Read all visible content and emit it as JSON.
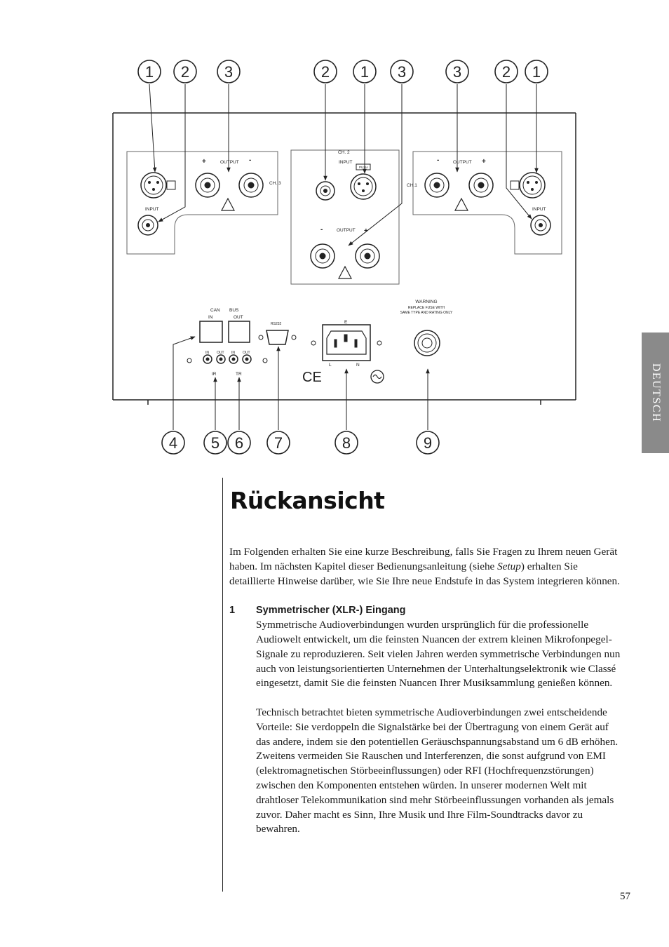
{
  "callouts": {
    "top": [
      "1",
      "2",
      "3",
      "2",
      "1",
      "3",
      "3",
      "2",
      "1"
    ],
    "bottom": [
      "4",
      "5",
      "6",
      "7",
      "8",
      "9"
    ]
  },
  "panel": {
    "output": "OUTPUT",
    "input": "INPUT",
    "ch2": "CH. 2",
    "ch3": "CH. 3",
    "ch1": "CH.1",
    "push": "PUSH",
    "plus": "+",
    "minus": "-",
    "can": "CAN",
    "bus": "BUS",
    "in": "IN",
    "out": "OUT",
    "ir": "IR",
    "tr": "TR",
    "rs232": "RS232",
    "e": "E",
    "l": "L",
    "n": "N",
    "warning": "WARNING",
    "warning_line1": "REPLACE FUSE WITH",
    "warning_line2": "SAME TYPE AND RATING ONLY",
    "ce": "CE"
  },
  "side_tab": "DEUTSCH",
  "title": "Rückansicht",
  "intro": {
    "before": "Im Folgenden erhalten Sie eine kurze Beschreibung, falls Sie Fragen zu Ihrem neuen Gerät haben. Im nächsten Kapitel dieser Bedienungsanleitung (siehe ",
    "italic": "Setup",
    "after": ") erhalten Sie detaillierte Hinweise darüber, wie Sie Ihre neue Endstufe in das System integrieren können."
  },
  "item1": {
    "number": "1",
    "title": "Symmetrischer (XLR-) Eingang",
    "para1": "Symmetrische Audioverbindungen wurden ursprünglich für die professionelle Audiowelt entwickelt, um die feinsten Nuancen der extrem kleinen Mikrofonpegel-Signale zu reproduzieren. Seit vielen Jahren werden symmetrische Verbindungen nun auch von leistungsorientierten Unternehmen der Unterhaltungselektronik wie Classé eingesetzt, damit Sie die feinsten Nuancen Ihrer Musiksammlung genießen können.",
    "para2": "Technisch betrachtet bieten symmetrische Audioverbindungen zwei entscheidende Vorteile: Sie verdoppeln die Signalstärke bei der Übertragung von einem Gerät auf das andere, indem sie den potentiellen Geräuschspannungsabstand um 6 dB erhöhen. Zweitens vermeiden Sie Rauschen und Interferenzen, die sonst aufgrund von EMI (elektromagnetischen Störbeeinflussungen) oder RFI (Hochfrequenzstörungen) zwischen den Komponenten entstehen würden. In unserer modernen Welt mit drahtloser Telekommunikation sind mehr Störbeeinflussungen vorhanden als jemals zuvor. Daher macht es Sinn, Ihre Musik und Ihre Film-Soundtracks davor zu bewahren."
  },
  "page_number": "57"
}
